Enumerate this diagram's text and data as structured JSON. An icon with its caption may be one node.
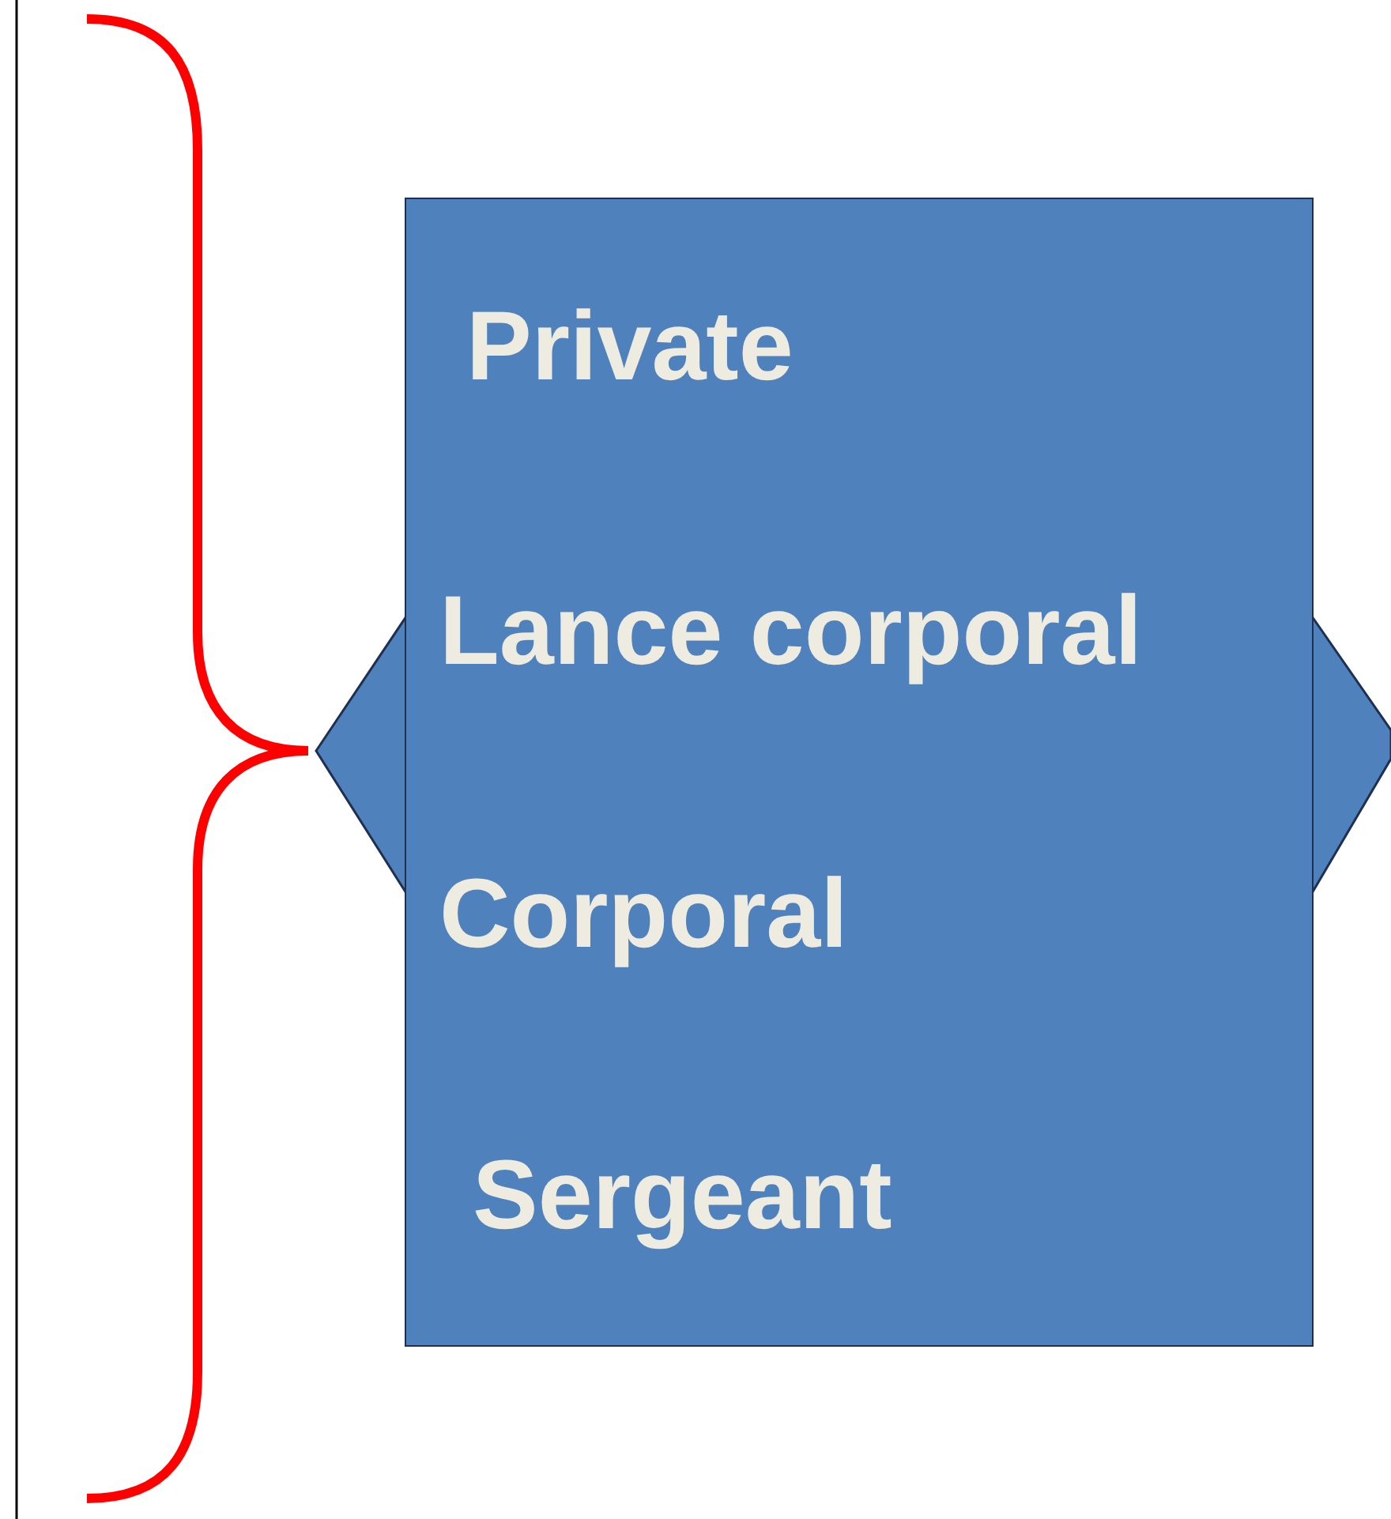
{
  "diagram": {
    "nodes": [
      {
        "text": [
          "Private",
          "Lance corporal",
          "Corporal",
          "Sergeant"
        ]
      },
      {
        "text": [],
        "shape": "triangle"
      },
      {
        "text": [],
        "shape": "triangle"
      }
    ]
  }
}
